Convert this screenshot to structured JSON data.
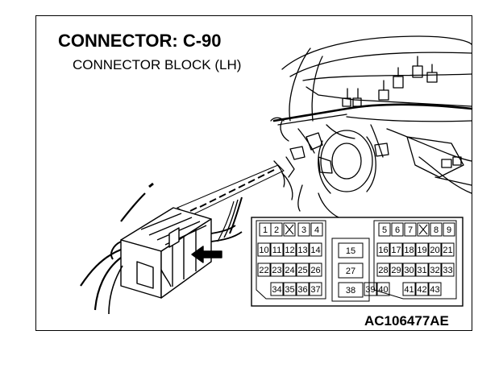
{
  "title": "CONNECTOR: C-90",
  "subtitle": "CONNECTOR BLOCK (LH)",
  "figure_id": "AC106477AE",
  "pinout": {
    "row1_left": [
      "1",
      "2",
      "",
      "3",
      "4"
    ],
    "row1_right": [
      "5",
      "6",
      "7",
      "",
      "8",
      "9"
    ],
    "row2_left": [
      "10",
      "11",
      "12",
      "13",
      "14"
    ],
    "row2_center": "15",
    "row2_right": [
      "16",
      "17",
      "18",
      "19",
      "20",
      "21"
    ],
    "row3_left": [
      "22",
      "23",
      "24",
      "25",
      "26"
    ],
    "row3_center": "27",
    "row3_right": [
      "28",
      "29",
      "30",
      "31",
      "32",
      "33"
    ],
    "row4_left": [
      "34",
      "35",
      "36",
      "37"
    ],
    "row4_center": "38",
    "row4_right": [
      "39",
      "40",
      "41",
      "42",
      "43"
    ],
    "empty_cavity_marks": [
      "X",
      "X"
    ]
  }
}
